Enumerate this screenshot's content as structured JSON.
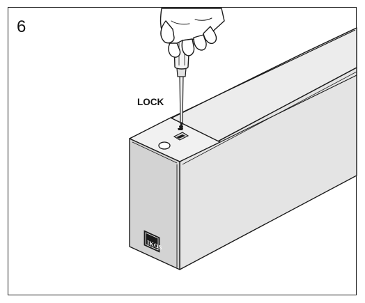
{
  "step": {
    "number": "6"
  },
  "callouts": {
    "lock_label": "LOCK"
  },
  "product": {
    "logo_text": "IKOS"
  },
  "colors": {
    "outline": "#1a1a1a",
    "body_front": "#d4d4d4",
    "body_side": "#e6e6e6",
    "body_top": "#efefef",
    "logo_fill": "#1a1a1a"
  },
  "icons": {
    "tool": "screwdriver-icon",
    "hand": "hand-icon",
    "screw": "screw-icon"
  }
}
